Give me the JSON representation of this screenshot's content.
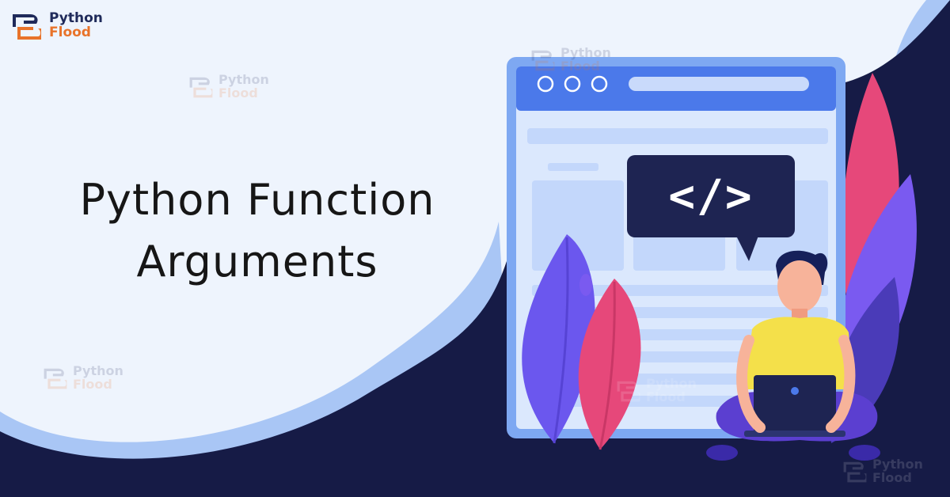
{
  "brand": {
    "line1": "Python",
    "line2": "Flood",
    "mark": "python-flood-logo-icon",
    "colors": {
      "navy": "#1f2a5a",
      "orange": "#e8732a"
    }
  },
  "watermark": {
    "line1": "Python",
    "line2": "Flood"
  },
  "headline": {
    "line1": "Python Function",
    "line2": "Arguments"
  },
  "code_bubble": {
    "text": "</>"
  },
  "illustration": {
    "icons": [
      "browser-window-icon",
      "code-bubble-icon",
      "person-with-laptop-icon",
      "leaf-decoration-icon"
    ],
    "colors": {
      "background": "#eef4fd",
      "dark_wave": "#161b46",
      "light_wave": "#a9c6f5",
      "window_frame": "#7ea8f2",
      "window_bar": "#4b79ea",
      "bubble": "#1e2452",
      "shirt": "#f4e04a",
      "pants": "#5b3fd0",
      "leaf_pink": "#e6487a",
      "leaf_purple": "#7a5af0"
    }
  }
}
